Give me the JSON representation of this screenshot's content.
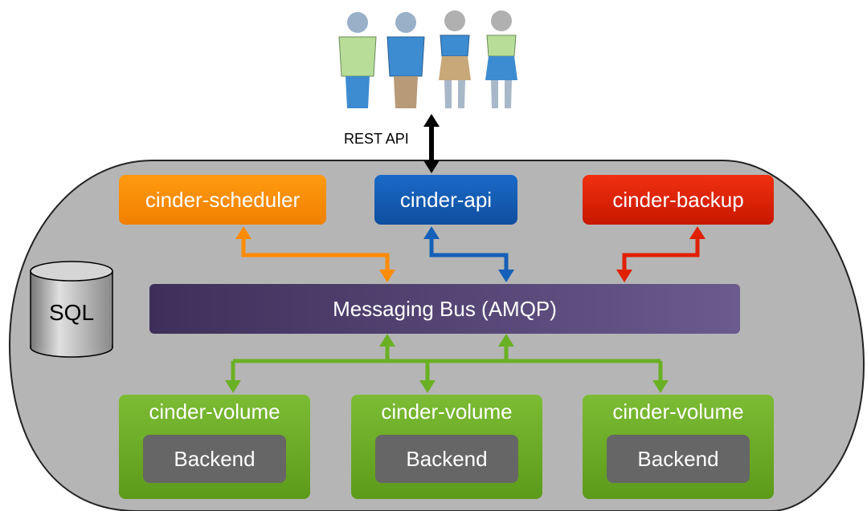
{
  "rest_api_label": "REST API",
  "services": {
    "scheduler": "cinder-scheduler",
    "api": "cinder-api",
    "backup": "cinder-backup"
  },
  "bus_label": "Messaging Bus (AMQP)",
  "db_label": "SQL",
  "volumes": [
    {
      "label": "cinder-volume",
      "backend": "Backend"
    },
    {
      "label": "cinder-volume",
      "backend": "Backend"
    },
    {
      "label": "cinder-volume",
      "backend": "Backend"
    }
  ],
  "colors": {
    "cloud": "#b5b5b5",
    "scheduler": "#ff8c00",
    "api": "#1560b8",
    "backup": "#e02000",
    "bus": "#4a3a6a",
    "volume": "#6aaa24",
    "backend": "#666666",
    "green_arrow": "#6ab023"
  },
  "icons": [
    "user-icon",
    "user-icon",
    "user-icon",
    "user-icon"
  ]
}
